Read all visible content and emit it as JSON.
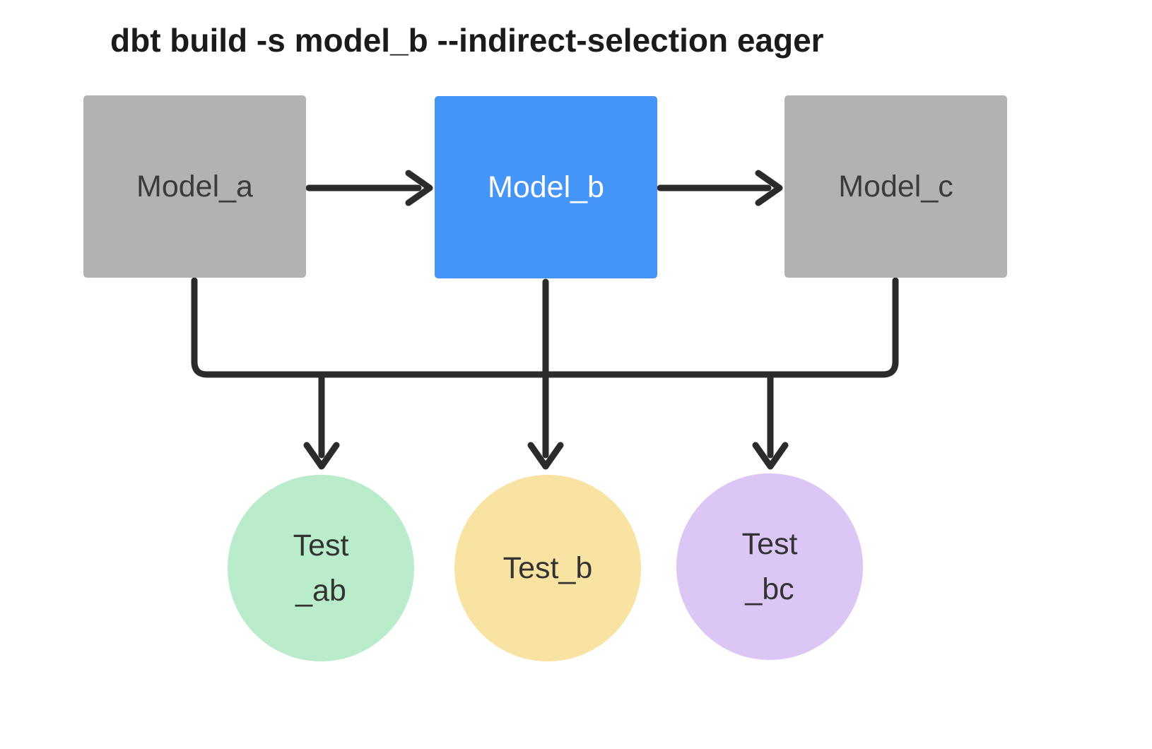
{
  "title": "dbt build -s model_b --indirect-selection eager",
  "colors": {
    "background": "#ffffff",
    "stroke": "#2b2b2b",
    "model_default": "#b2b2b2",
    "model_selected": "#4594f7",
    "test_ab": "#b9ecca",
    "test_b": "#f9e3a2",
    "test_bc": "#dcc6f5"
  },
  "models": [
    {
      "label": "Model_a"
    },
    {
      "label": "Model_b"
    },
    {
      "label": "Model_c"
    }
  ],
  "tests": [
    {
      "lines": [
        "Test",
        "_ab"
      ]
    },
    {
      "lines": [
        "Test_b"
      ]
    },
    {
      "lines": [
        "Test",
        "_bc"
      ]
    }
  ],
  "edges": [
    {
      "from": "Model_a",
      "to": "Model_b"
    },
    {
      "from": "Model_b",
      "to": "Model_c"
    },
    {
      "from": "Model_a",
      "to": "Test_ab"
    },
    {
      "from": "Model_b",
      "to": "Test_ab"
    },
    {
      "from": "Model_b",
      "to": "Test_b"
    },
    {
      "from": "Model_b",
      "to": "Test_bc"
    },
    {
      "from": "Model_c",
      "to": "Test_bc"
    }
  ]
}
